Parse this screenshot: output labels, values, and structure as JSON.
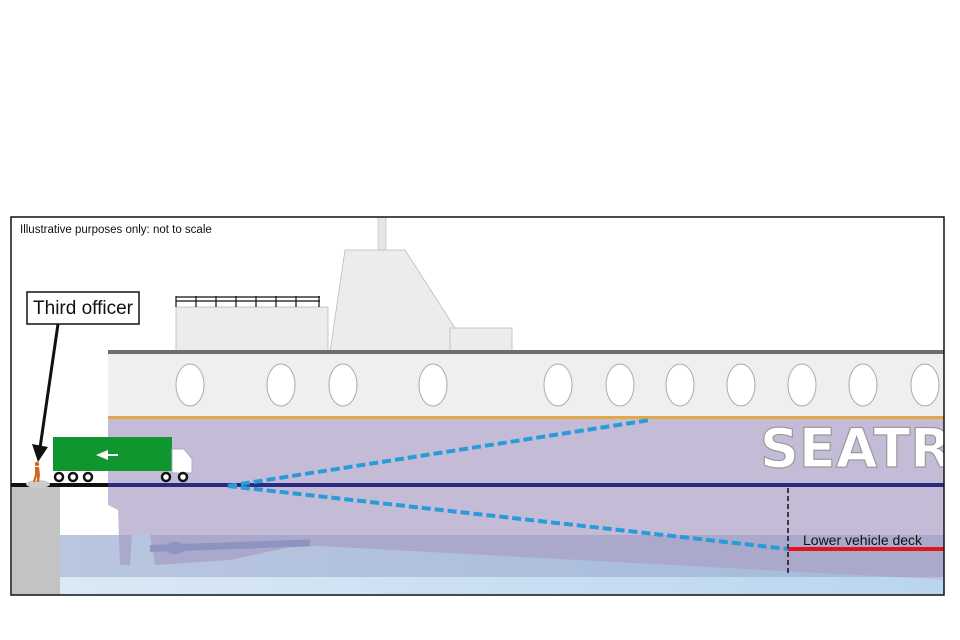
{
  "diagram": {
    "disclaimer": "Illustrative purposes only: not to scale",
    "officer_label": "Third officer",
    "ship_name_partial": "SEATRU",
    "deck_label": "Lower vehicle deck",
    "colors": {
      "hull": "#c4bcd6",
      "superstructure": "#ededed",
      "stripe": "#e3a84a",
      "deck_line": "#2b2a80",
      "sightline": "#2a9ad8",
      "lower_deck": "#e0141e",
      "truck": "#10962f",
      "water": "#d4e5f5"
    }
  }
}
